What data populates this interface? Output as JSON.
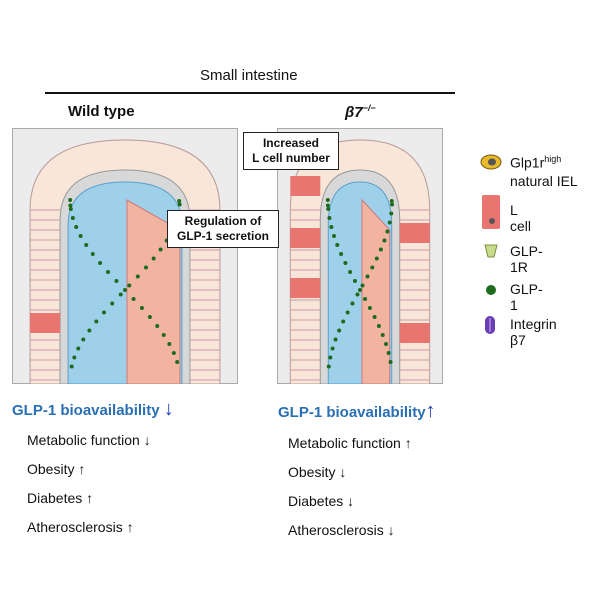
{
  "title": "Small intestine",
  "panels": {
    "left": {
      "label": "Wild type",
      "callout": [
        "Regulation of",
        "GLP-1 secretion"
      ],
      "bioavailability": "GLP-1 bioavailability",
      "bio_arrow": "↓",
      "effects": [
        {
          "text": "Metabolic function",
          "arrow": "↓"
        },
        {
          "text": "Obesity",
          "arrow": "↑"
        },
        {
          "text": "Diabetes",
          "arrow": "↑"
        },
        {
          "text": "Atherosclerosis",
          "arrow": "↑"
        }
      ]
    },
    "right": {
      "label": "β7",
      "label_sup": "−/−",
      "callout": [
        "Increased",
        "L cell number"
      ],
      "bioavailability": "GLP-1 bioavailability",
      "bio_arrow": "↑",
      "effects": [
        {
          "text": "Metabolic function",
          "arrow": "↑"
        },
        {
          "text": "Obesity",
          "arrow": "↓"
        },
        {
          "text": "Diabetes",
          "arrow": "↓"
        },
        {
          "text": "Atherosclerosis",
          "arrow": "↓"
        }
      ]
    }
  },
  "legend": [
    {
      "icon": "iel-cell-icon",
      "label": "Glp1r",
      "sup": "high",
      "label2": "natural IEL",
      "color": "#e8b92a"
    },
    {
      "icon": "l-cell-icon",
      "label": "L cell",
      "color": "#e8756f"
    },
    {
      "icon": "glp1r-icon",
      "label": "GLP-1R",
      "color": "#c6dc8a"
    },
    {
      "icon": "glp1-icon",
      "label": "GLP-1",
      "color": "#1e6b1e"
    },
    {
      "icon": "integrin-icon",
      "label": "Integrin β7",
      "color": "#6a3fb5"
    }
  ],
  "colors": {
    "accent_blue": "#2a6fb3",
    "arrow_blue": "#1a3fb0",
    "capillary": "#9fd0ea",
    "vessel": "#f2b4a0",
    "epithelium": "#f8e6d8"
  }
}
